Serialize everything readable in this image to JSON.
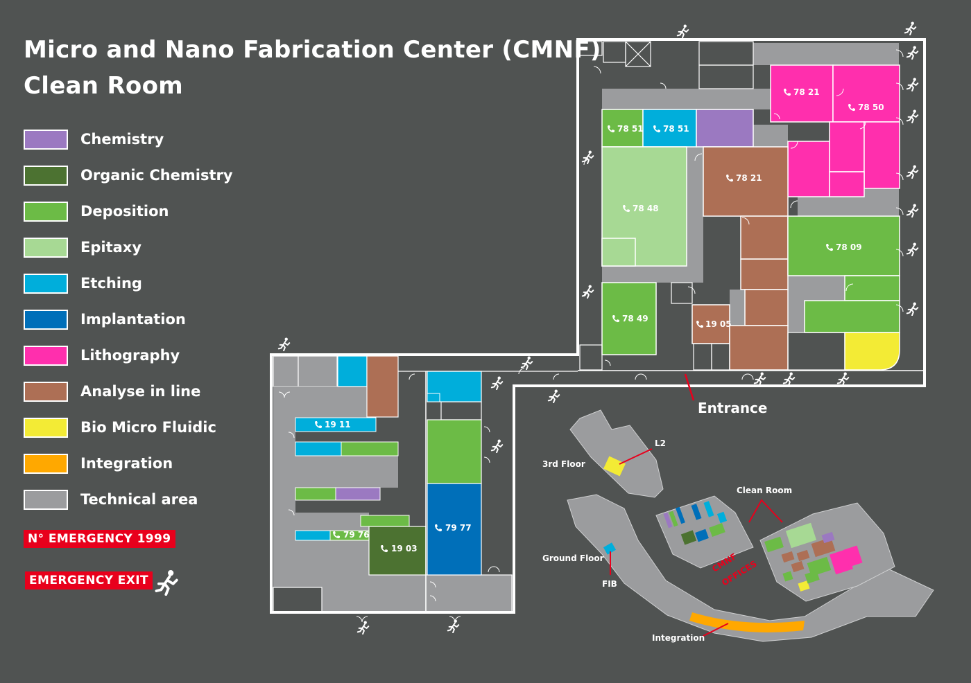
{
  "header": {
    "title_line1": "Micro and Nano Fabrication Center (CMNF)",
    "title_line2": "Clean Room"
  },
  "legend": [
    {
      "label": "Chemistry",
      "color": "#9b79c1"
    },
    {
      "label": "Organic Chemistry",
      "color": "#4c7231"
    },
    {
      "label": "Deposition",
      "color": "#6cbb46"
    },
    {
      "label": "Epitaxy",
      "color": "#a7d994"
    },
    {
      "label": "Etching",
      "color": "#00aedb"
    },
    {
      "label": "Implantation",
      "color": "#006fb9"
    },
    {
      "label": "Lithography",
      "color": "#ff2fad"
    },
    {
      "label": "Analyse in line",
      "color": "#ad6f55"
    },
    {
      "label": "Bio Micro Fluidic",
      "color": "#f3eb35"
    },
    {
      "label": "Integration",
      "color": "#ffa800"
    },
    {
      "label": "Technical area",
      "color": "#9b9c9e"
    }
  ],
  "badges": {
    "emergency_number": "N° EMERGENCY 1999",
    "emergency_exit": "EMERGENCY EXIT"
  },
  "rooms": {
    "r7821_top": "78 21",
    "r7850": "78 50",
    "r7851_a": "78 51",
    "r7851_b": "78 51",
    "r7821_mid": "78 21",
    "r7848": "78 48",
    "r7809": "78 09",
    "r7849": "78 49",
    "r1905": "19 05",
    "r1911": "19 11",
    "r7976": "79 76",
    "r1903": "19 03",
    "r7977": "79 77"
  },
  "entrance_label": "Entrance",
  "inset": {
    "third_floor": "3rd Floor",
    "l2": "L2",
    "clean_room": "Clean Room",
    "ground_floor": "Ground Floor",
    "fib": "FIB",
    "cmnf": "CMNF",
    "offices": "OFFICES",
    "integration": "Integration"
  },
  "colors": {
    "background": "#505352",
    "wall": "#ffffff",
    "emergency_red": "#e8001c"
  }
}
